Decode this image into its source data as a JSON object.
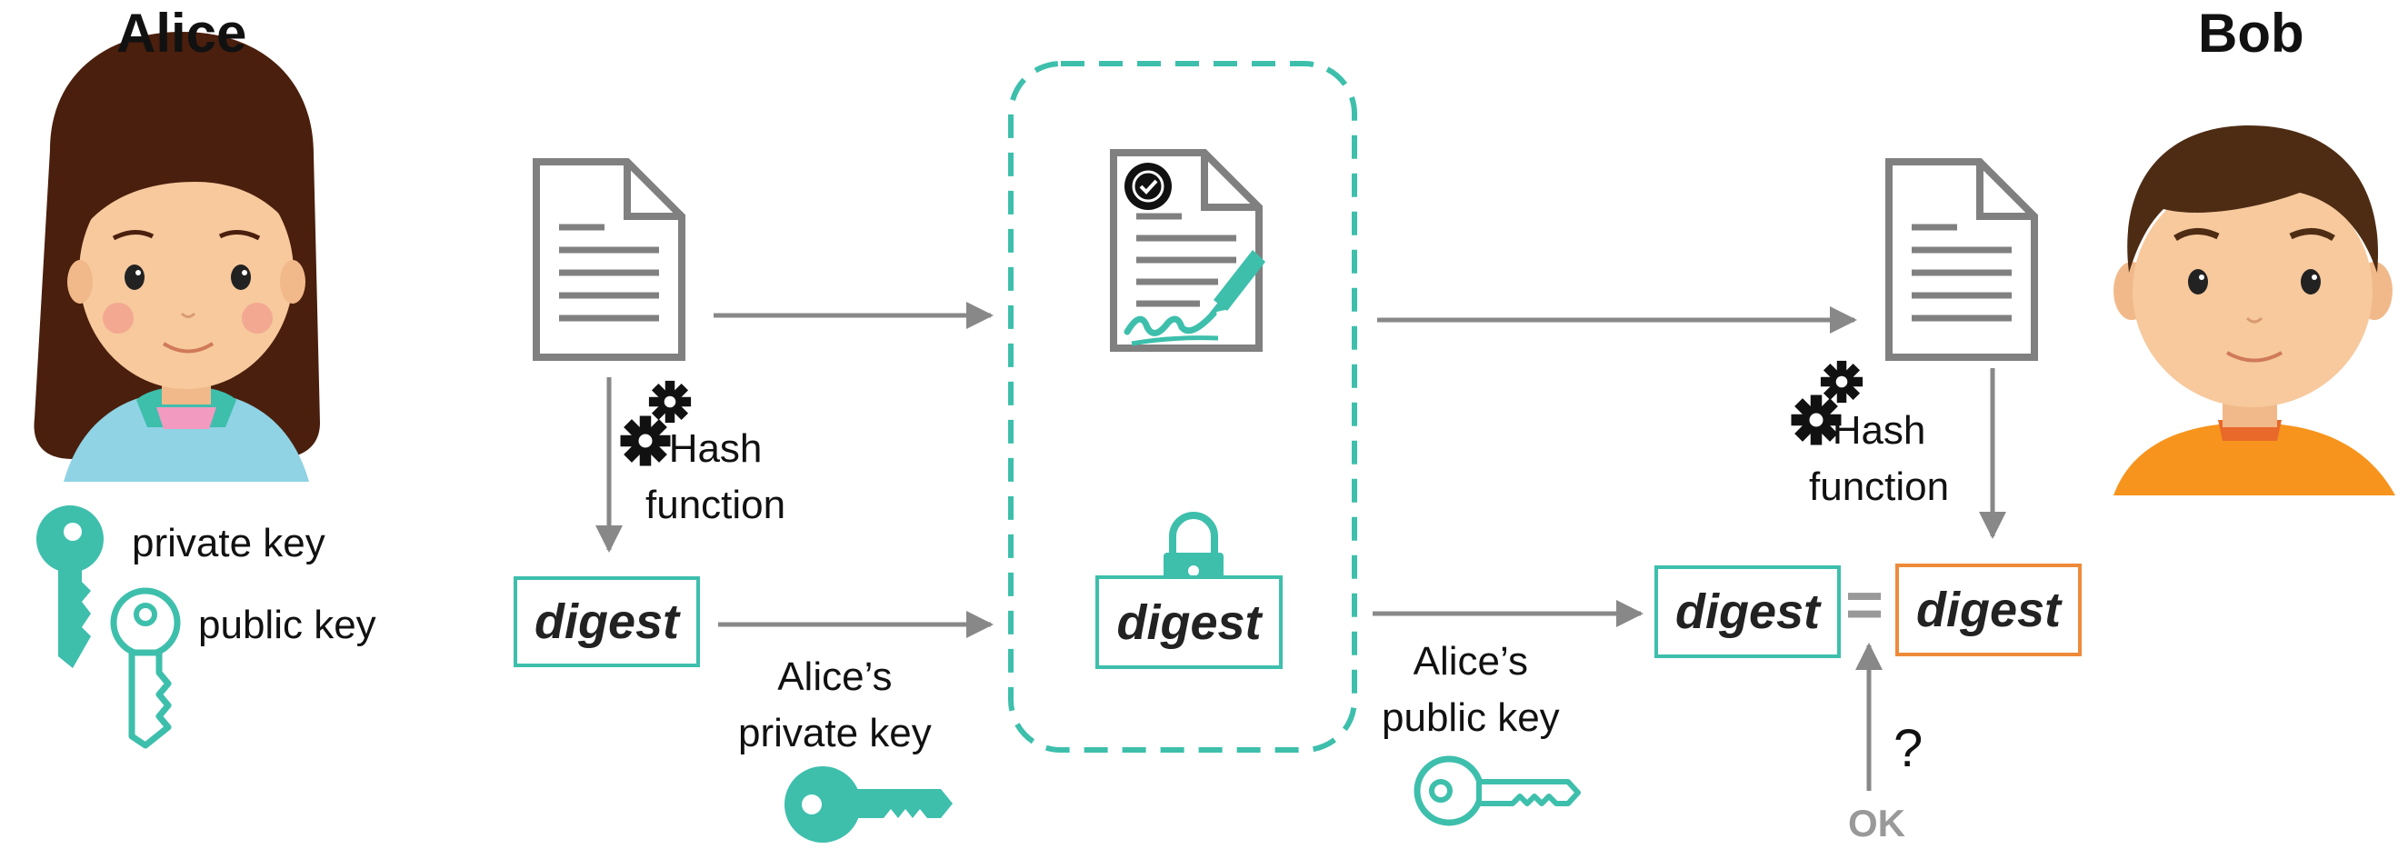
{
  "people": {
    "sender": {
      "name": "Alice"
    },
    "receiver": {
      "name": "Bob"
    }
  },
  "legend": {
    "private_key": "private key",
    "public_key": "public key"
  },
  "sender_side": {
    "hash_label": "Hash\nfunction",
    "digest": "digest",
    "key_label": "Alice’s\nprivate key"
  },
  "signed_package": {
    "digest": "digest"
  },
  "receiver_side": {
    "hash_label": "Hash\nfunction",
    "decrypted_digest": "digest",
    "computed_digest": "digest",
    "equals_sign": "=",
    "key_label": "Alice’s\npublic key",
    "question": "?",
    "result": "OK"
  },
  "colors": {
    "teal": "#3dbfac",
    "orange": "#ee8a3a",
    "arrow_gray": "#888888",
    "document_gray": "#808080"
  }
}
